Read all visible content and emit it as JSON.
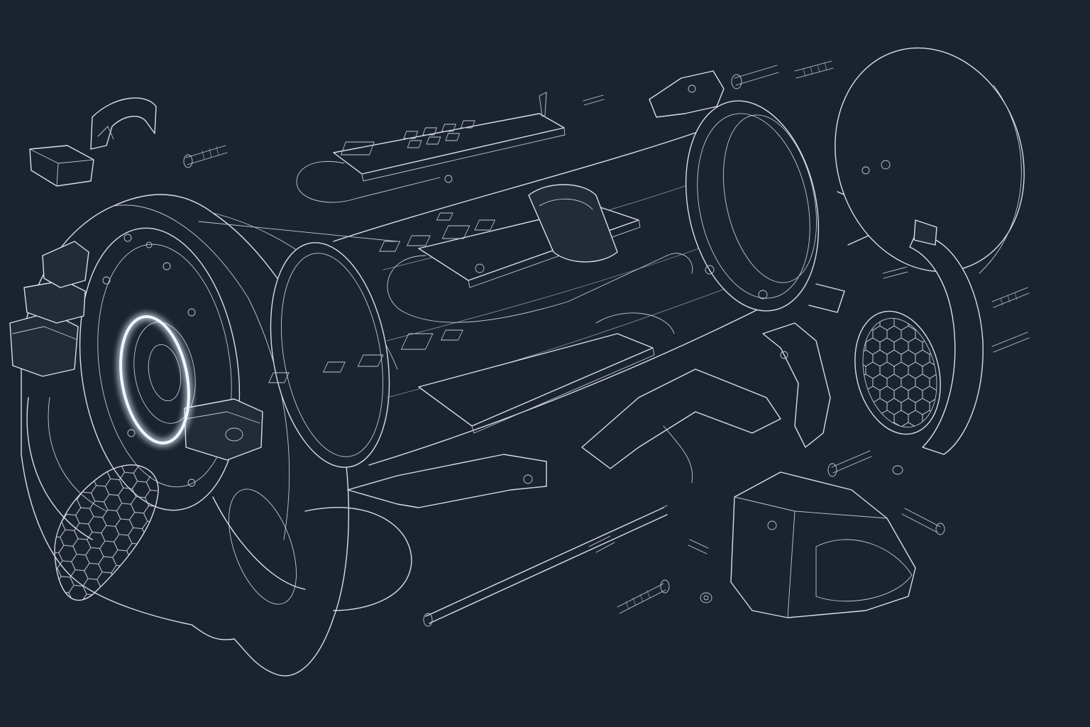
{
  "colors": {
    "background": "#1b2330",
    "line": "#d9dee5",
    "line_faint": "#8c95a2",
    "glow": "#eef6ff"
  },
  "components": [
    "front-housing",
    "light-ring",
    "honeycomb-grille",
    "main-cylinder",
    "upper-circuit-board",
    "middle-circuit-board",
    "lower-circuit-board",
    "end-cap-ring",
    "rear-disc-cover",
    "side-bracket",
    "lens-honeycomb",
    "motor-housing",
    "long-rod",
    "mount-bracket",
    "screws"
  ]
}
